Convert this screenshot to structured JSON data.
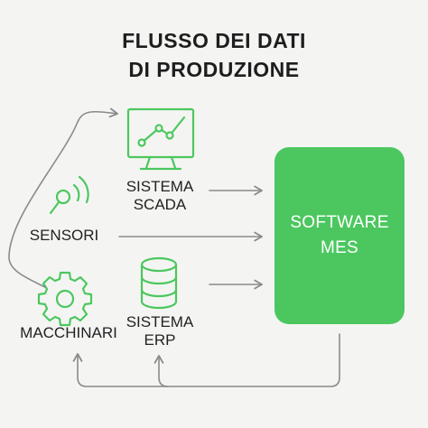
{
  "title": {
    "line1": "FLUSSO DEI DATI",
    "line2": "DI PRODUZIONE"
  },
  "nodes": {
    "scada": {
      "line1": "SISTEMA",
      "line2": "SCADA",
      "icon": "monitor-chart-icon"
    },
    "sensori": {
      "label": "SENSORI",
      "icon": "sensor-signal-icon"
    },
    "macchinari": {
      "label": "MACCHINARI",
      "icon": "gear-icon"
    },
    "erp": {
      "line1": "SISTEMA",
      "line2": "ERP",
      "icon": "database-icon"
    },
    "mes": {
      "line1": "SOFTWARE",
      "line2": "MES"
    }
  },
  "colors": {
    "accent": "#4cc75f",
    "arrow": "#8a8a8a",
    "background": "#f4f5f3"
  }
}
